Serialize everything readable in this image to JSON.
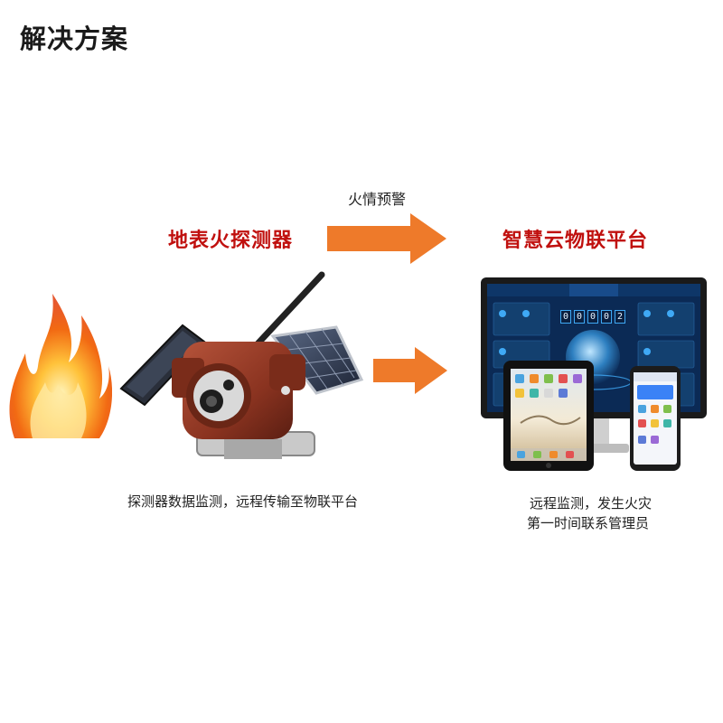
{
  "title": "解决方案",
  "flow": {
    "top_arrow_label": "火情预警",
    "detector_title": "地表火探测器",
    "platform_title": "智慧云物联平台"
  },
  "captions": {
    "detector": "探测器数据监测，远程传输至物联平台",
    "platform_line1": "远程监测，发生火灾",
    "platform_line2": "第一时间联系管理员"
  },
  "dashboard": {
    "counter": [
      "0",
      "0",
      "0",
      "0",
      "2"
    ]
  },
  "colors": {
    "arrow": "#ee7a2a",
    "heading_red": "#c0100e",
    "detector_body": "#8a3320",
    "screen_bg": "#0b2a55"
  }
}
